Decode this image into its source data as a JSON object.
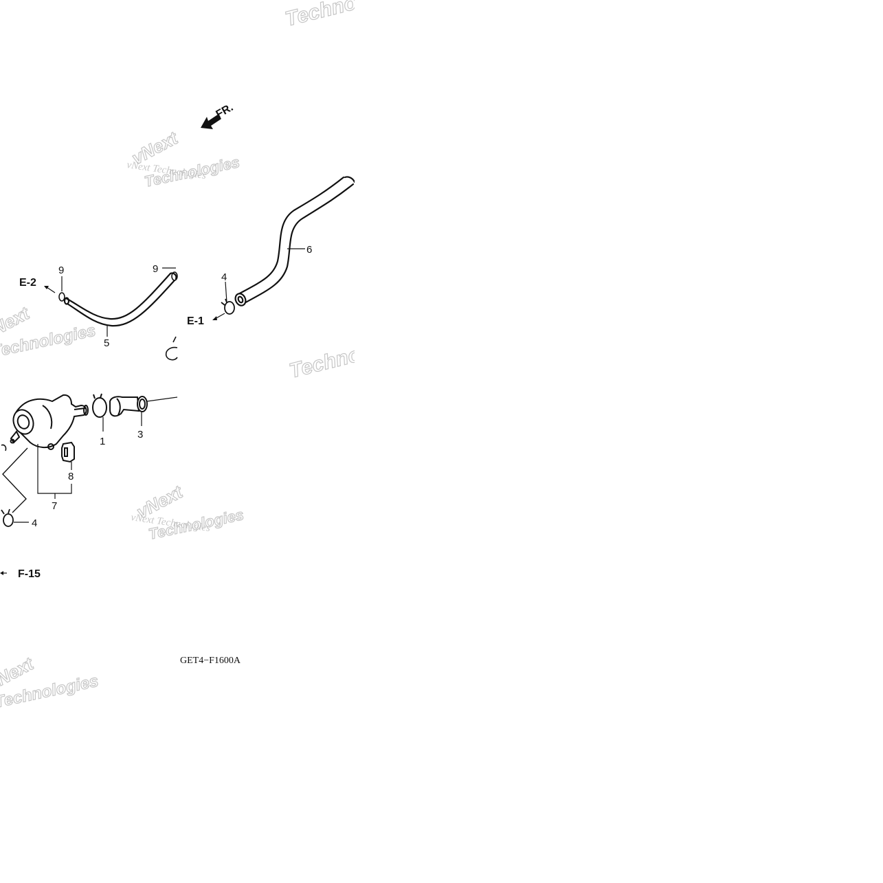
{
  "direction": {
    "label": "FR.",
    "icon": "front-direction-arrow-icon"
  },
  "references": {
    "e2": "E-2",
    "e1": "E-1",
    "f15": "F-15"
  },
  "callouts": {
    "c1": "1",
    "c3": "3",
    "c4a": "4",
    "c4b": "4",
    "c5": "5",
    "c6": "6",
    "c7": "7",
    "c8": "8",
    "c9a": "9",
    "c9b": "9"
  },
  "diagram_code": "GET4−F1600A",
  "watermarks": {
    "brand_outline": "vNext",
    "brand_line": "vNext Technologies",
    "techno": "Technologies",
    "technologies_outline": "Technologies"
  }
}
